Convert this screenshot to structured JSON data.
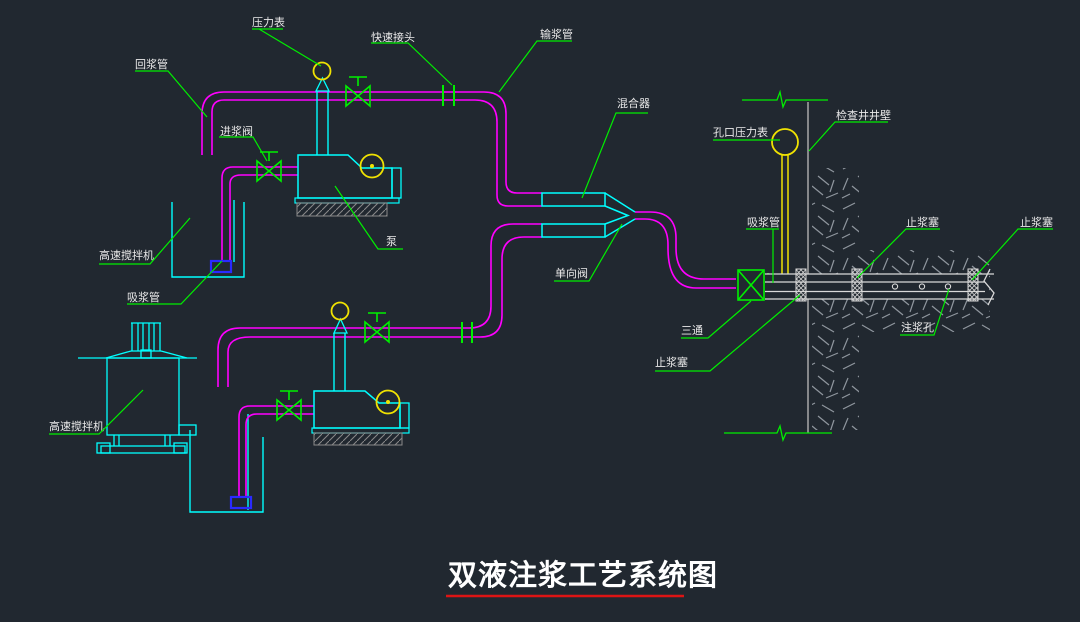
{
  "title": {
    "text": "双液注浆工艺系统图"
  },
  "colors": {
    "background": "#212830",
    "leader_green": "#00ef00",
    "pipe_magenta": "#ff00ff",
    "equipment_cyan": "#00ffff",
    "gauge_yellow": "#f0e202",
    "suction_blue": "#2a2aff",
    "grout_pipe_white": "#d9d9d9",
    "wall_gray": "#a8a8a8",
    "hatch_gray": "#8f969e",
    "title_underline_red": "#dd1414",
    "label_text": "#e9e9e9"
  },
  "labels": {
    "pressure_gauge": "压力表",
    "quick_coupling": "快速接头",
    "delivery_pipe": "输浆管",
    "return_pipe": "回浆管",
    "inlet_valve": "进浆阀",
    "pump": "泵",
    "high_speed_mixer_1": "高速搅拌机",
    "suction_pipe_1": "吸浆管",
    "high_speed_mixer_2": "高速搅拌机",
    "mixer": "混合器",
    "check_valve": "单向阀",
    "orifice_pressure_gauge": "孔口压力表",
    "inspection_well_wall": "检查井井壁",
    "suction_pipe_2": "吸浆管",
    "grout_stop_plug_1": "止浆塞",
    "tee": "三通",
    "grout_stop_plug_2": "止浆塞",
    "grout_stop_plug_3": "止浆塞",
    "grout_hole": "注浆孔"
  }
}
